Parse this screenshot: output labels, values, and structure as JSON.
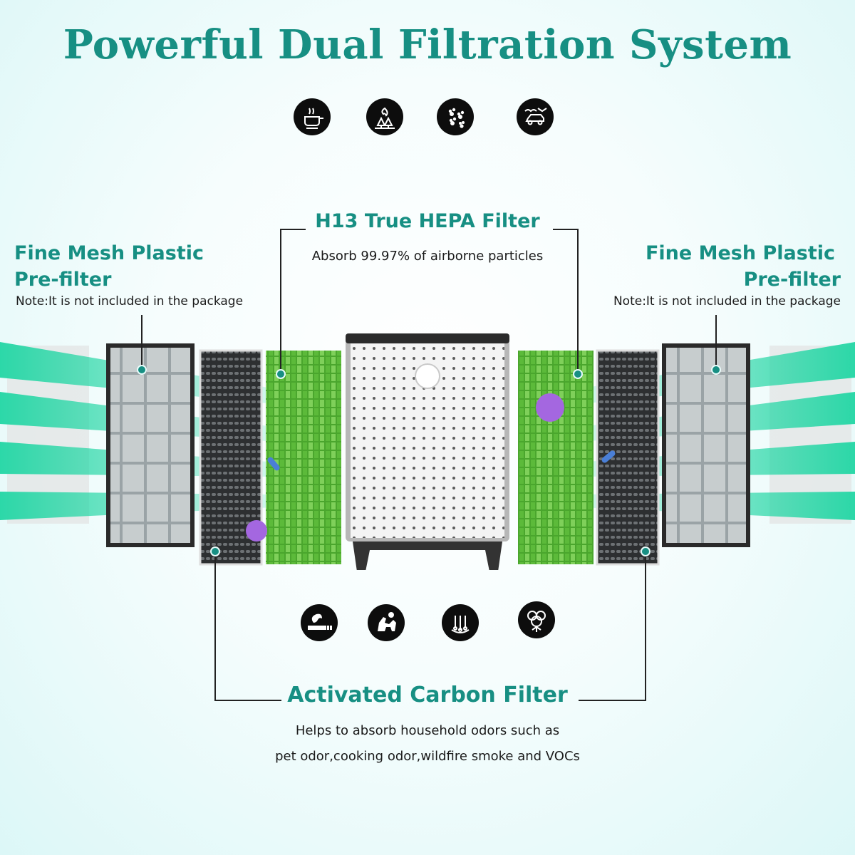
{
  "title": "Powerful Dual Filtration System",
  "colors": {
    "accent": "#178f83",
    "beam": "#22d6a4",
    "icon_bg": "#0d0d0d"
  },
  "top_icons": [
    "cooking-icon",
    "wildfire-icon",
    "pet-paw-icon",
    "car-exhaust-icon"
  ],
  "bottom_icons": [
    "smoking-icon",
    "pet-dander-icon",
    "hair-icon",
    "pollen-icon"
  ],
  "hepa": {
    "heading": "H13 True HEPA Filter",
    "subtext": "Absorb 99.97% of airborne particles"
  },
  "prefilter_left": {
    "heading_line1": "Fine Mesh Plastic",
    "heading_line2": "Pre-filter",
    "note": "Note:It is not included in the package"
  },
  "prefilter_right": {
    "heading_line1": "Fine Mesh Plastic",
    "heading_line2": "Pre-filter",
    "note": "Note:It is not included in the package"
  },
  "carbon": {
    "heading": "Activated Carbon Filter",
    "subtext_line1": "Helps to absorb household odors such as",
    "subtext_line2": "pet odor,cooking odor,wildfire smoke and VOCs"
  }
}
